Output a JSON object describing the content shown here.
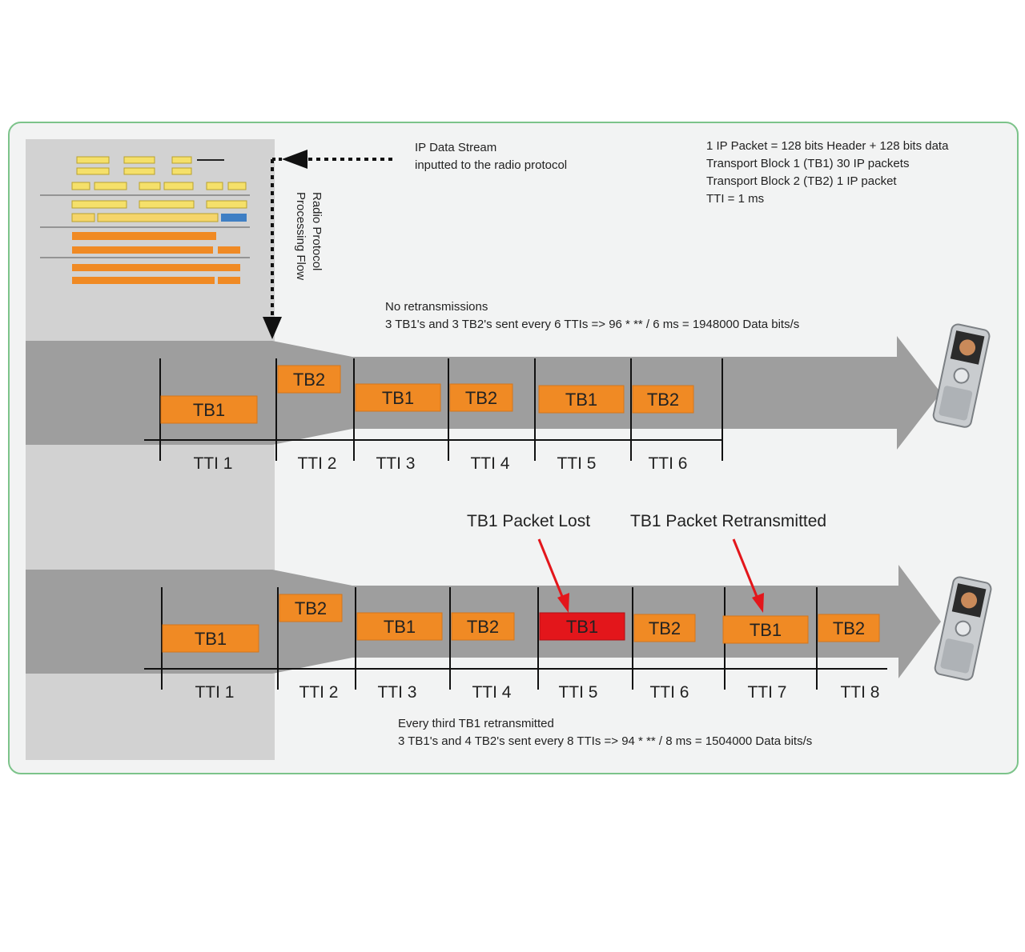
{
  "input_label": [
    "IP Data Stream",
    "inputted to the radio protocol"
  ],
  "flow_label": [
    "Radio Protocol",
    "Processing Flow"
  ],
  "legend": [
    "1 IP Packet = 128 bits Header + 128 bits data",
    "Transport Block 1 (TB1)   30 IP packets",
    "Transport Block 2 (TB2)   1 IP packet",
    "TTI = 1 ms"
  ],
  "lane1": {
    "caption": [
      "No retransmissions",
      "3 TB1's and 3 TB2's sent every 6 TTIs => 96 * ** / 6 ms = 1948000 Data bits/s"
    ],
    "blocks": [
      {
        "label": "TB1",
        "lost": false
      },
      {
        "label": "TB2",
        "lost": false
      },
      {
        "label": "TB1",
        "lost": false
      },
      {
        "label": "TB2",
        "lost": false
      },
      {
        "label": "TB1",
        "lost": false
      },
      {
        "label": "TB2",
        "lost": false
      }
    ],
    "ttis": [
      "TTI 1",
      "TTI 2",
      "TTI 3",
      "TTI 4",
      "TTI 5",
      "TTI 6"
    ]
  },
  "lane2": {
    "caption": [
      "Every third TB1 retransmitted",
      "3 TB1's and 4 TB2's sent every 8 TTIs => 94 * ** / 8 ms = 1504000 Data bits/s"
    ],
    "blocks": [
      {
        "label": "TB1",
        "lost": false
      },
      {
        "label": "TB2",
        "lost": false
      },
      {
        "label": "TB1",
        "lost": false
      },
      {
        "label": "TB2",
        "lost": false
      },
      {
        "label": "TB1",
        "lost": true
      },
      {
        "label": "TB2",
        "lost": false
      },
      {
        "label": "TB1",
        "lost": false
      },
      {
        "label": "TB2",
        "lost": false
      }
    ],
    "ttis": [
      "TTI 1",
      "TTI 2",
      "TTI 3",
      "TTI 4",
      "TTI 5",
      "TTI 6",
      "TTI 7",
      "TTI 8"
    ]
  },
  "annotations": {
    "lost": "TB1 Packet Lost",
    "retransmitted": "TB1 Packet Retransmitted"
  },
  "colors": {
    "block": "#f08a24",
    "lost": "#e3161b",
    "arrow": "#9e9e9e",
    "arrow_dark": "#8a8a8a",
    "panel": "#d2d2d2"
  }
}
